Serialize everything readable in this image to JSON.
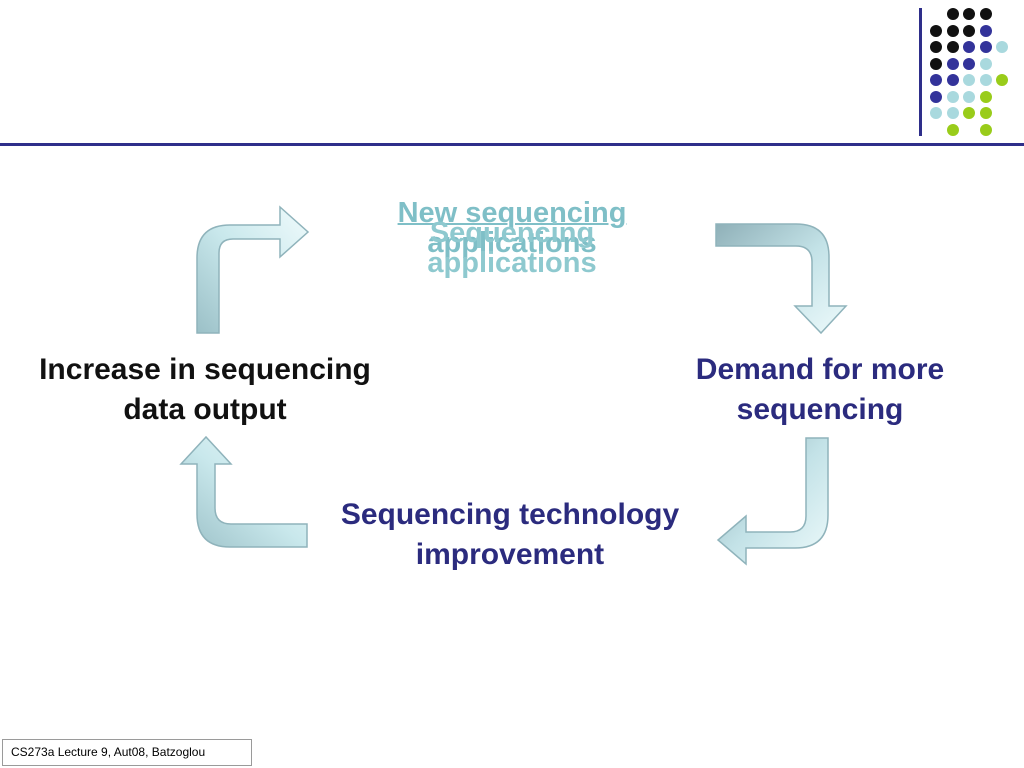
{
  "slide": {
    "labels": {
      "new_applications": {
        "line1": "New sequencing",
        "line2": "applications"
      },
      "sequencing_applications": {
        "line1": "Sequencing",
        "line2": "applications"
      },
      "demand": {
        "line1": "Demand for more",
        "line2": "sequencing"
      },
      "technology": {
        "line1": "Sequencing technology",
        "line2": "improvement"
      },
      "increase": {
        "line1": "Increase in sequencing",
        "line2": "data output"
      }
    },
    "footer": "CS273a Lecture 9, Aut08, Batzoglou"
  },
  "colors": {
    "header_rule": "#2e2e8a",
    "dark_blue_text": "#2b2b7e",
    "teal_text": "#7fbfc7",
    "dot_black": "#111111",
    "dot_blue": "#33339a",
    "dot_lightblue": "#a9d9de",
    "dot_green": "#99cc1a"
  },
  "decor": {
    "dot_grid": [
      [
        "",
        "black",
        "black",
        "black"
      ],
      [
        "black",
        "black",
        "black",
        "blue"
      ],
      [
        "black",
        "black",
        "blue",
        "blue",
        "lightblue"
      ],
      [
        "black",
        "blue",
        "blue",
        "lightblue"
      ],
      [
        "blue",
        "blue",
        "lightblue",
        "lightblue",
        "green"
      ],
      [
        "blue",
        "lightblue",
        "lightblue",
        "green"
      ],
      [
        "lightblue",
        "lightblue",
        "green",
        "green"
      ],
      [
        "",
        "green",
        "",
        "green"
      ]
    ]
  }
}
